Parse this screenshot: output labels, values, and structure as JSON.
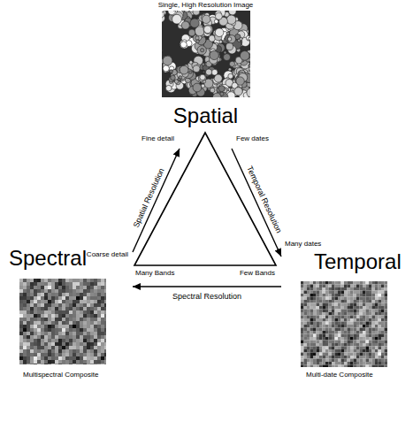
{
  "diagram": {
    "nodes": [
      {
        "text": [
          "Single, High Resolution Image",
          "Spatial"
        ]
      },
      {
        "text": [
          "Spectral",
          "Multispectral Composite"
        ]
      },
      {
        "text": [
          "Temporal",
          "Multi-date Composite"
        ]
      }
    ],
    "edges": [
      {
        "from": 1,
        "to": 0,
        "arrow": "to",
        "label": "Spatial Resolution"
      },
      {
        "from": 0,
        "to": 2,
        "arrow": "to",
        "label": "Temporal Resolution"
      },
      {
        "from": 2,
        "to": 1,
        "arrow": "to",
        "label": "Spectral Resolution"
      }
    ],
    "labels": [
      "Fine detail",
      "Few dates",
      "Coarse detail",
      "Many dates",
      "Many Bands",
      "Few Bands"
    ]
  }
}
